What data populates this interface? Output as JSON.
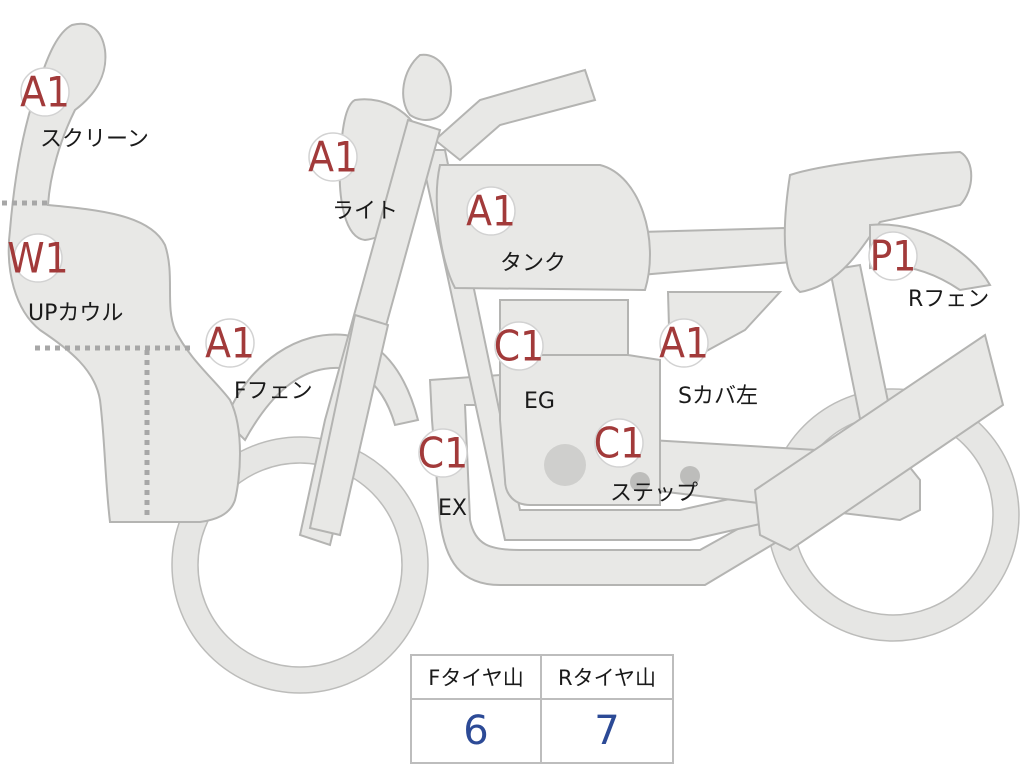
{
  "labels": {
    "screen": {
      "grade": "A1",
      "name": "スクリーン"
    },
    "upcowl": {
      "grade": "W1",
      "name": "UPカウル"
    },
    "light": {
      "grade": "A1",
      "name": "ライト"
    },
    "tank": {
      "grade": "A1",
      "name": "タンク"
    },
    "f_fender": {
      "grade": "A1",
      "name": "Fフェン"
    },
    "engine": {
      "grade": "C1",
      "name": "EG"
    },
    "exhaust": {
      "grade": "C1",
      "name": "EX"
    },
    "side_cover": {
      "grade": "A1",
      "name": "Sカバ左"
    },
    "step": {
      "grade": "C1",
      "name": "ステップ"
    },
    "r_fender": {
      "grade": "P1",
      "name": "Rフェン"
    }
  },
  "tire_table": {
    "front_header": "Fタイヤ山",
    "rear_header": "Rタイヤ山",
    "front_value": "6",
    "rear_value": "7"
  },
  "colors": {
    "grade_text": "#a23a3a",
    "tire_value": "#2c4a96",
    "bike_fill": "#e8e8e6"
  }
}
